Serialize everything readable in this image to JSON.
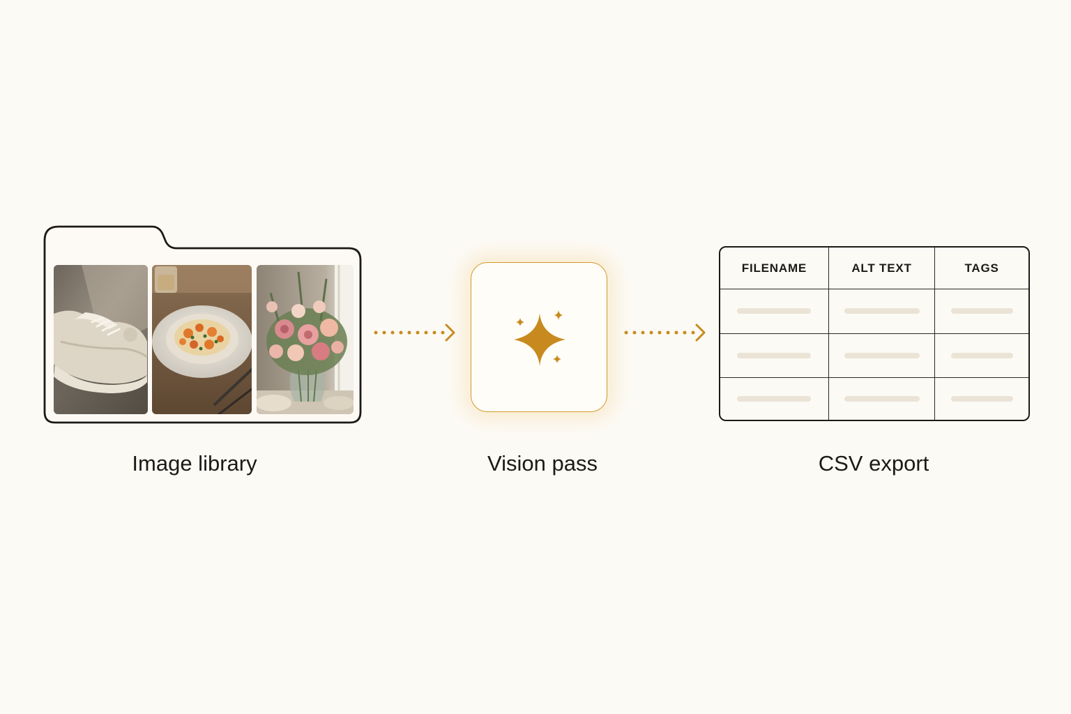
{
  "stages": {
    "library": {
      "label": "Image library",
      "icon": "folder-icon",
      "thumbnails": [
        "sneaker-photo",
        "pasta-dish-photo",
        "flower-bouquet-photo"
      ]
    },
    "vision": {
      "label": "Vision pass",
      "icon": "sparkle-icon"
    },
    "export": {
      "label": "CSV export",
      "columns": [
        "FILENAME",
        "ALT TEXT",
        "TAGS"
      ]
    }
  },
  "colors": {
    "background": "#fcfaf5",
    "accent": "#c88a1e",
    "ink": "#1c1a17",
    "placeholder": "#ebe4d6"
  }
}
